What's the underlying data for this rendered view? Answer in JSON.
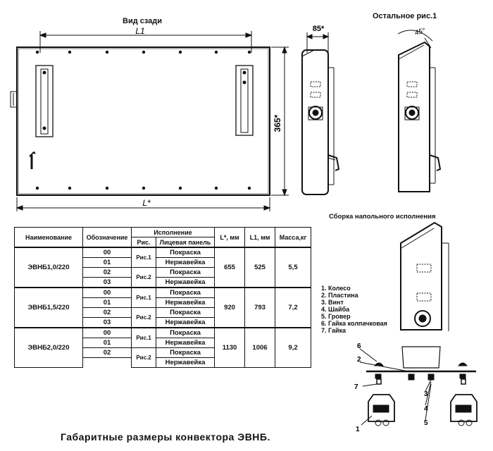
{
  "titles": {
    "rear_view": "Вид сзади",
    "other_view": "Остальное рис.1",
    "floor_assembly": "Сборка напольного исполнения",
    "caption": "Габаритные размеры конвектора ЭВНБ."
  },
  "dimensions": {
    "l1": "L1",
    "l_star": "L*",
    "height": "365*",
    "depth": "85*",
    "angle": "45°"
  },
  "legend": [
    "1. Колесо",
    "2. Пластина",
    "3. Винт",
    "4. Шайба",
    "5. Гровер",
    "6. Гайка колпачковая",
    "7. Гайка"
  ],
  "callouts": [
    "1",
    "2",
    "3",
    "4",
    "5",
    "6",
    "7"
  ],
  "table": {
    "headers": {
      "name": "Наименование",
      "designation": "Обозначение",
      "execution": "Исполнение",
      "fig": "Рис.",
      "front_panel": "Лицевая панель",
      "l_star": "L*, мм",
      "l1": "L1, мм",
      "mass": "Масса,кг"
    },
    "groups": [
      {
        "name": "ЭВНБ1,0/220",
        "codes": [
          "00",
          "01",
          "02",
          "03"
        ],
        "fig1": "Рис.1",
        "fig2": "Рис.2",
        "panels": [
          "Покраска",
          "Нержавейка",
          "Покраска",
          "Нержавейка"
        ],
        "l_star": "655",
        "l1": "525",
        "mass": "5,5"
      },
      {
        "name": "ЭВНБ1,5/220",
        "codes": [
          "00",
          "01",
          "02",
          "03"
        ],
        "fig1": "Рис.1",
        "fig2": "Рис.2",
        "panels": [
          "Покраска",
          "Нержавейка",
          "Покраска",
          "Нержавейка"
        ],
        "l_star": "920",
        "l1": "793",
        "mass": "7,2"
      },
      {
        "name": "ЭВНБ2,0/220",
        "codes": [
          "00",
          "01",
          "02"
        ],
        "fig1": "Рис.1",
        "fig2": "Рис.2",
        "panels": [
          "Покраска",
          "Нержавейка",
          "Покраска",
          "Нержавейка"
        ],
        "l_star": "1130",
        "l1": "1006",
        "mass": "9,2"
      }
    ]
  }
}
